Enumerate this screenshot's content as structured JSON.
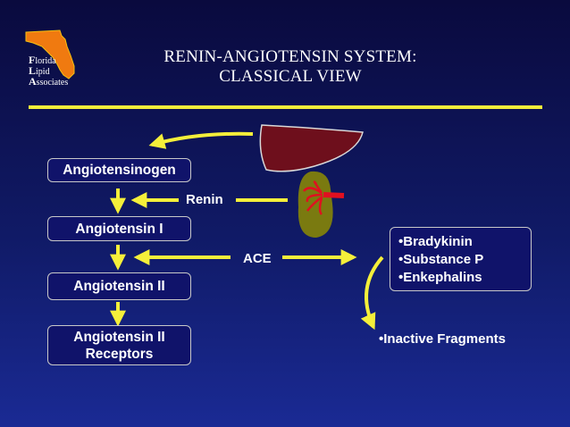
{
  "logo": {
    "line1_initial": "F",
    "line1_rest": "lorida",
    "line2_initial": "L",
    "line2_rest": "ipid",
    "line3_initial": "A",
    "line3_rest": "ssociates"
  },
  "title": {
    "line1": "RENIN-ANGIOTENSIN SYSTEM:",
    "line2": "CLASSICAL VIEW"
  },
  "boxes": {
    "angiotensinogen": "Angiotensinogen",
    "angiotensin1": "Angiotensin I",
    "angiotensin2": "Angiotensin II",
    "receptors_line1": "Angiotensin II",
    "receptors_line2": "Receptors"
  },
  "labels": {
    "renin": "Renin",
    "ace": "ACE",
    "inactive": "•Inactive Fragments"
  },
  "substrates": [
    "•Bradykinin",
    "•Substance  P",
    "•Enkephalins"
  ],
  "colors": {
    "background": "#101a66",
    "arrow": "#f5ef3a",
    "liver": "#6e0f1c",
    "kidney": "#7a7a10",
    "kidney_vessels": "#e01020"
  }
}
